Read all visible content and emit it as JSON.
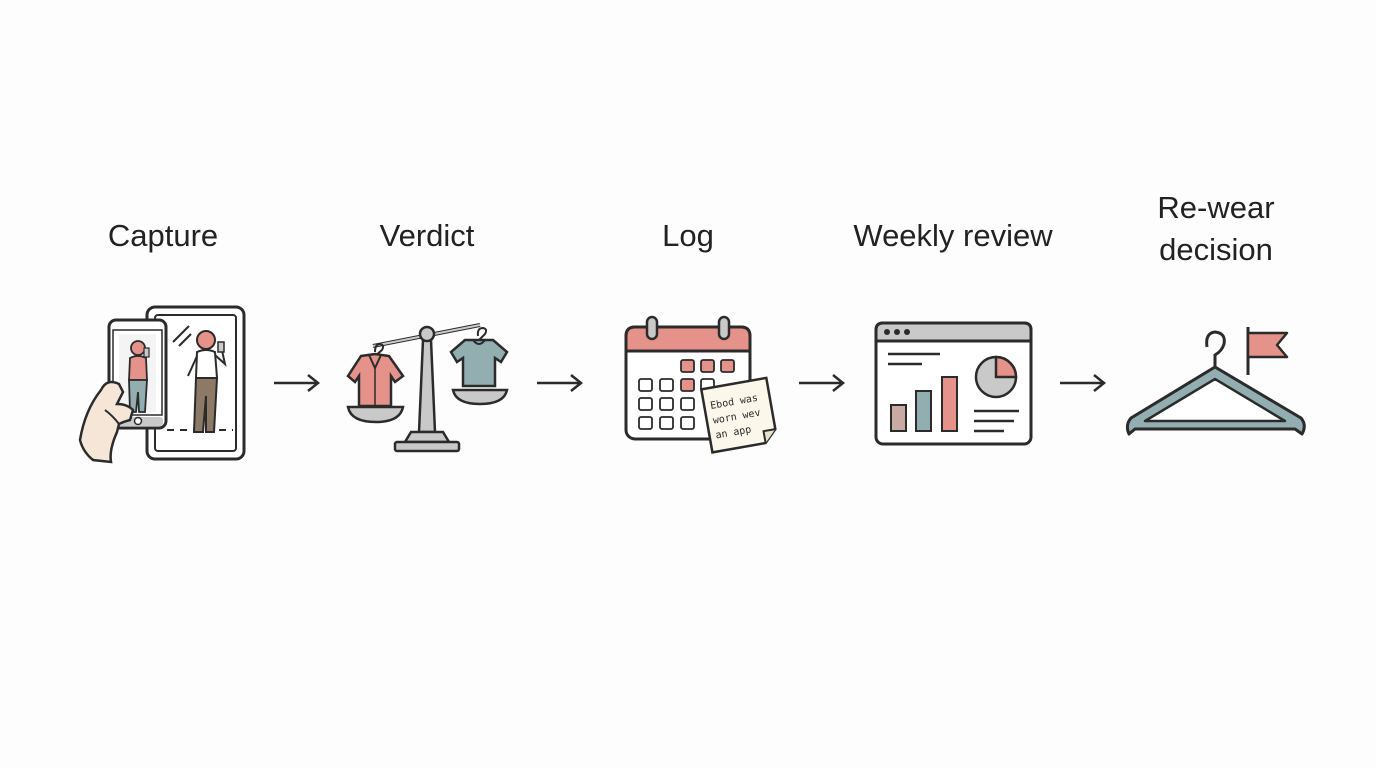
{
  "steps": [
    {
      "label": "Capture",
      "icon": "phone-mirror-selfie-icon"
    },
    {
      "label": "Verdict",
      "icon": "balance-scale-icon"
    },
    {
      "label": "Log",
      "icon": "calendar-note-icon"
    },
    {
      "label": "Weekly review",
      "icon": "dashboard-chart-icon"
    },
    {
      "label": "Re-wear decision",
      "label_lines": [
        "Re-wear",
        "decision"
      ],
      "icon": "hanger-flag-icon"
    }
  ],
  "note_text": [
    "Ebod was",
    "worn wev",
    "an app"
  ],
  "colors": {
    "coral": "#e5938a",
    "sage": "#93aeb0",
    "grey": "#c9c9c9",
    "outline": "#2b2b2b",
    "skin": "#f6e6d8",
    "khaki": "#8d7a66",
    "paper": "#fbf7ea"
  }
}
